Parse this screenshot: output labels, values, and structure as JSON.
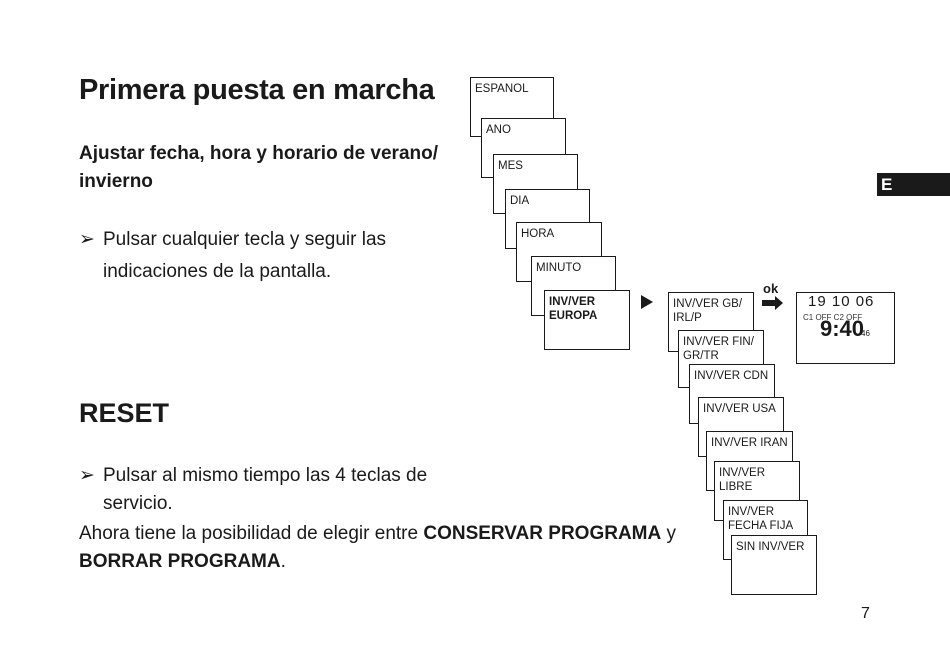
{
  "heading": "Primera puesta en marcha",
  "subheading": "Ajustar fecha, hora y horario de verano/ invierno",
  "bullet1": {
    "arrow": "➢",
    "line1": "Pulsar cualquier tecla y seguir las",
    "line2": "indicaciones de la pantalla."
  },
  "reset_heading": "RESET",
  "bullet2": {
    "arrow": "➢",
    "line1": "Pulsar al mismo tiempo las 4 teclas de",
    "line2": "servicio."
  },
  "paragraph": {
    "part1": "Ahora tiene la posibilidad de elegir entre ",
    "bold1": "CONSERVAR PROGRAMA",
    "part2": " y",
    "bold2": "BORRAR PROGRAMA",
    "part3": "."
  },
  "language_tab": "E",
  "page_number": "7",
  "menu_steps": [
    "ESPANOL",
    "ANO",
    "MES",
    "DIA",
    "HORA",
    "MINUTO"
  ],
  "current_step": {
    "line1": "INV/VER",
    "line2": "EUROPA"
  },
  "dst_options": [
    {
      "line1": "INV/VER GB/",
      "line2": "IRL/P"
    },
    {
      "line1": "INV/VER FIN/",
      "line2": "GR/TR"
    },
    {
      "line1": "INV/VER CDN",
      "line2": ""
    },
    {
      "line1": "INV/VER USA",
      "line2": ""
    },
    {
      "line1": "INV/VER IRAN",
      "line2": ""
    },
    {
      "line1": "INV/VER",
      "line2": "LIBRE"
    },
    {
      "line1": "INV/VER",
      "line2": "FECHA FIJA"
    },
    {
      "line1": "SIN INV/VER",
      "line2": ""
    }
  ],
  "ok_label": "ok",
  "display": {
    "date": "19  10  06",
    "status": "C1 OFF C2 OFF",
    "time": "9:40",
    "seconds": "46"
  }
}
